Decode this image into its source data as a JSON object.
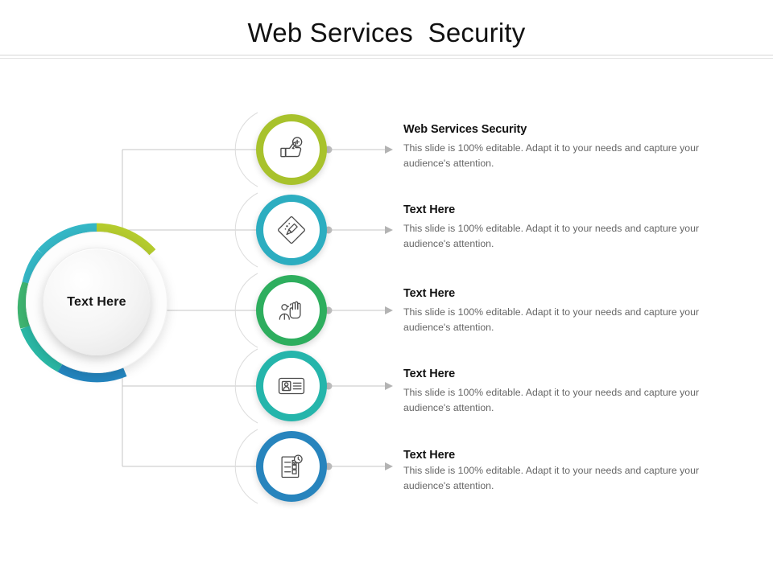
{
  "slide": {
    "title": "Web Services  Security",
    "background": "#ffffff"
  },
  "hub": {
    "label": "Text Here",
    "ring_segments": [
      {
        "name": "segment-lime",
        "color": "#b5cc2e"
      },
      {
        "name": "segment-cyan",
        "color": "#35b7c6"
      },
      {
        "name": "segment-green",
        "color": "#3fb571"
      },
      {
        "name": "segment-teal",
        "color": "#2bb9a6"
      },
      {
        "name": "segment-blue",
        "color": "#2486c0"
      }
    ]
  },
  "items": [
    {
      "icon": "thumbs-up-plus-icon",
      "ring_color": "#a8c22c",
      "heading": "Web Services Security",
      "body": "This slide is 100% editable.  Adapt it to your needs and capture your audience's attention."
    },
    {
      "icon": "paint-brush-diamond-icon",
      "ring_color": "#2cadc0",
      "heading": "Text Here",
      "body": "This slide is 100% editable.  Adapt it to your needs and capture your audience's attention."
    },
    {
      "icon": "oath-raised-hand-icon",
      "ring_color": "#2eae5e",
      "heading": "Text Here",
      "body": "This slide is 100% editable.  Adapt it to your needs and capture your audience's attention."
    },
    {
      "icon": "id-card-icon",
      "ring_color": "#25b5ab",
      "heading": "Text Here",
      "body": "This slide is 100% editable.  Adapt it to your needs and capture your audience's attention."
    },
    {
      "icon": "checklist-clock-icon",
      "ring_color": "#2784bd",
      "heading": "Text Here",
      "body": "This slide is 100% editable.  Adapt it to your needs and capture your audience's attention."
    }
  ],
  "colors": {
    "title_text": "#111111",
    "heading_text": "#111111",
    "body_text": "#666666",
    "rule": "#d6d6d6",
    "connector": "#bdbdbd",
    "icon_stroke": "#4a4a4a"
  }
}
